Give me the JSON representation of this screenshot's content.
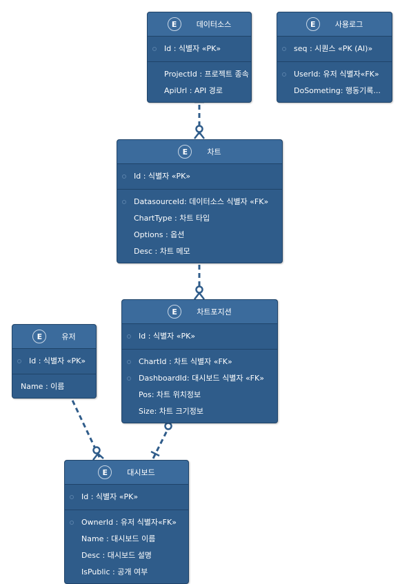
{
  "entities": {
    "datasource": {
      "badge": "E",
      "title": "데이터소스",
      "pk": [
        "Id : 식별자 «PK»"
      ],
      "attrs": [
        "ProjectId : 프로젝트 종속",
        "ApiUrl : API 경로"
      ]
    },
    "usagelog": {
      "badge": "E",
      "title": "사용로그",
      "pk": [
        "seq : 시퀀스 «PK (AI)»"
      ],
      "attrs": [
        "UserId: 유저 식별자«FK»",
        "DoSometing: 행동기록..."
      ]
    },
    "chart": {
      "badge": "E",
      "title": "차트",
      "pk": [
        "Id : 식별자 «PK»"
      ],
      "attrs": [
        "DatasourceId: 데이터소스 식별자 «FK»",
        "ChartType : 차트 타입",
        "Options : 옵션",
        "Desc : 차트 메모"
      ]
    },
    "chartposition": {
      "badge": "E",
      "title": "차트포지션",
      "pk": [
        "Id : 식별자 «PK»"
      ],
      "attrs": [
        "ChartId : 차트 식별자 «FK»",
        "DashboardId: 대시보드 식별자 «FK»",
        "Pos: 차트 위치정보",
        "Size: 차트 크기정보"
      ]
    },
    "user": {
      "badge": "E",
      "title": "유저",
      "pk": [
        "Id : 식별자 «PK»"
      ],
      "attrs": [
        "Name : 이름"
      ]
    },
    "dashboard": {
      "badge": "E",
      "title": "대시보드",
      "pk": [
        "Id : 식별자 «PK»"
      ],
      "attrs": [
        "OwnerId : 유저 식별자«FK»",
        "Name : 대시보드 이름",
        "Desc : 대시보드 설명",
        "IsPublic : 공개 여부"
      ]
    }
  },
  "colors": {
    "entity_fill": "#2f5c8a",
    "header_fill": "#3b6b9c",
    "border": "#1f4368",
    "link": "#2f5c8a"
  }
}
